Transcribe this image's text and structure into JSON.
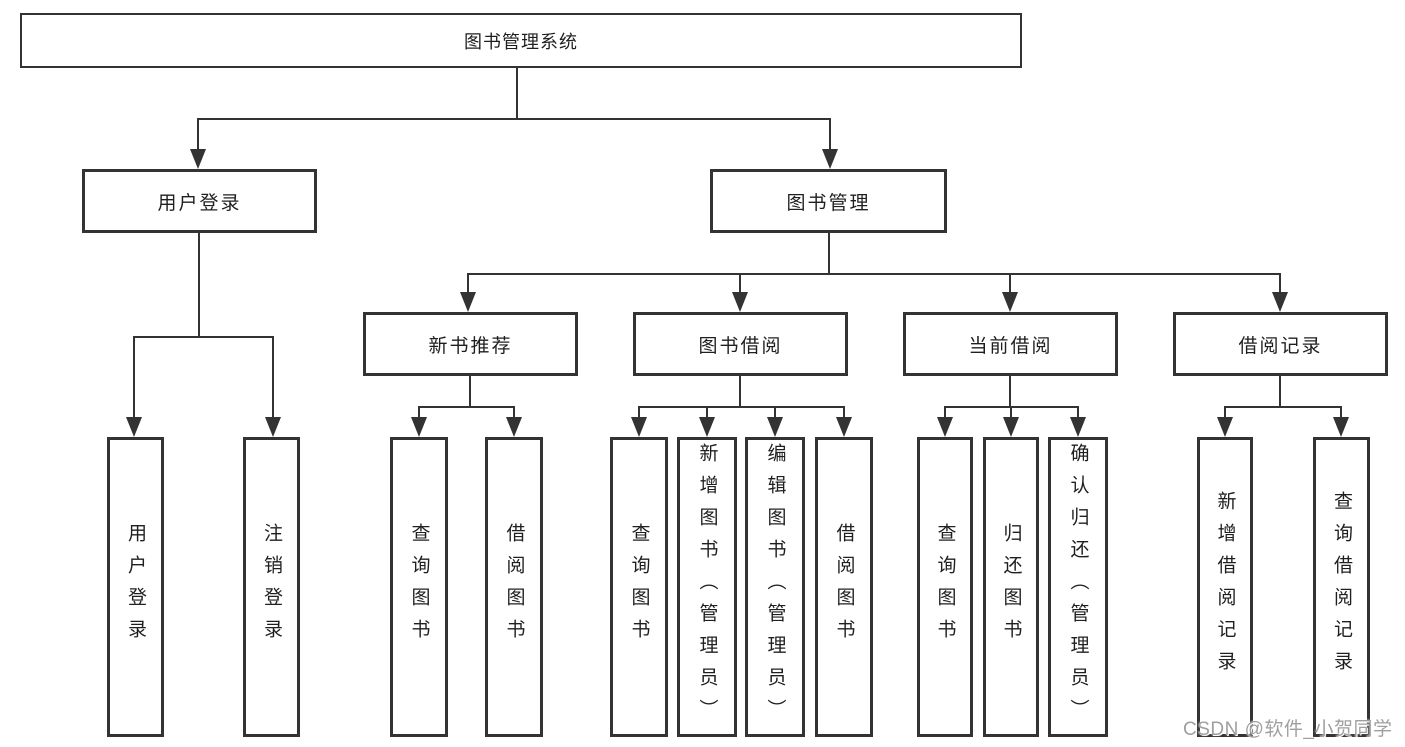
{
  "root": {
    "label": "图书管理系统"
  },
  "branches": [
    {
      "label": "用户登录",
      "children": [
        {
          "label": "用户登录"
        },
        {
          "label": "注销登录"
        }
      ]
    },
    {
      "label": "图书管理",
      "groups": [
        {
          "label": "新书推荐",
          "children": [
            {
              "label": "查询图书"
            },
            {
              "label": "借阅图书"
            }
          ]
        },
        {
          "label": "图书借阅",
          "children": [
            {
              "label": "查询图书"
            },
            {
              "label": "新增图书（管理员）"
            },
            {
              "label": "编辑图书（管理员）"
            },
            {
              "label": "借阅图书"
            }
          ]
        },
        {
          "label": "当前借阅",
          "children": [
            {
              "label": "查询图书"
            },
            {
              "label": "归还图书"
            },
            {
              "label": "确认归还（管理员）"
            }
          ]
        },
        {
          "label": "借阅记录",
          "children": [
            {
              "label": "新增借阅记录"
            },
            {
              "label": "查询借阅记录"
            }
          ]
        }
      ]
    }
  ],
  "watermark": "CSDN @软件_小贺同学",
  "colors": {
    "line": "#333333",
    "box_border": "#333333",
    "text": "#1f1f1f",
    "watermark": "#9f9f9f",
    "background": "#ffffff"
  }
}
